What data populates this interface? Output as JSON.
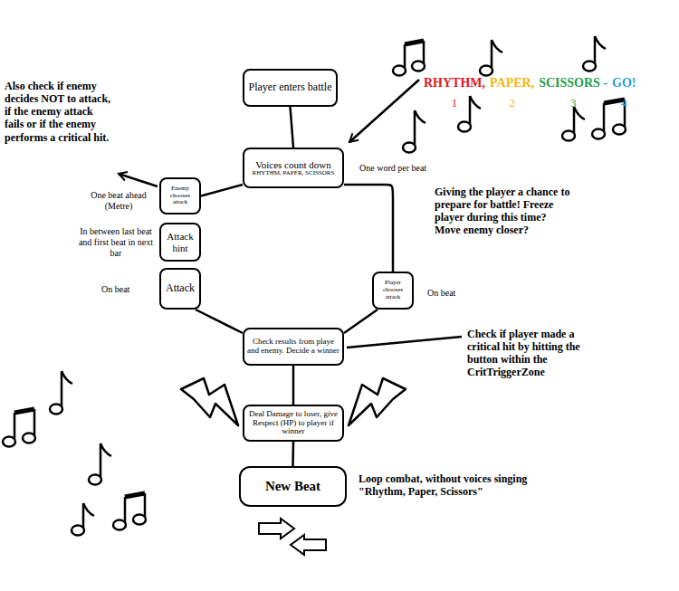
{
  "diagram": {
    "nodes": [
      {
        "text": [
          "Player enters battle"
        ]
      },
      {
        "text": [
          "Voices count down",
          "RHYTHM, PAPER, SCISSORS"
        ]
      },
      {
        "text": [
          "Enemy chooses attack"
        ]
      },
      {
        "text": [
          "Attack hint"
        ]
      },
      {
        "text": [
          "Attack"
        ]
      },
      {
        "text": [
          "Player chooses attack"
        ]
      },
      {
        "text": [
          "Check results from playe and enemy. Decide a winner"
        ]
      },
      {
        "text": [
          "Deal Damage to loser, give Respect (HP) to player if winner"
        ]
      },
      {
        "text": [
          "New Beat"
        ]
      }
    ],
    "edges": [
      {
        "from": 0,
        "to": 1,
        "arrow": "none"
      },
      {
        "from": 1,
        "to": 2,
        "arrow": "none"
      },
      {
        "from": 1,
        "to": 5,
        "arrow": "none"
      },
      {
        "from": 4,
        "to": 6,
        "arrow": "none"
      },
      {
        "from": 5,
        "to": 6,
        "arrow": "none"
      },
      {
        "from": 6,
        "to": 7,
        "arrow": "none"
      },
      {
        "from": 7,
        "to": 8,
        "arrow": "none"
      }
    ],
    "labels": [
      "Also check if enemy decides NOT to attack, if the enemy attack fails or if the enemy performs a critical hit.",
      "RHYTHM,",
      "PAPER,",
      "SCISSORS -",
      "GO!",
      "1",
      "2",
      "3",
      "4",
      "One word per beat",
      "Giving the player a chance to prepare for battle! Freeze player during this time? Move enemy closer?",
      "One beat ahead (Metre)",
      "In between last beat and first beat in next bar",
      "On beat",
      "On beat",
      "Check if player made a critical hit by hitting the button within the CritTriggerZone",
      "Loop combat, without voices singing \"Rhythm, Paper, Scissors\""
    ]
  }
}
